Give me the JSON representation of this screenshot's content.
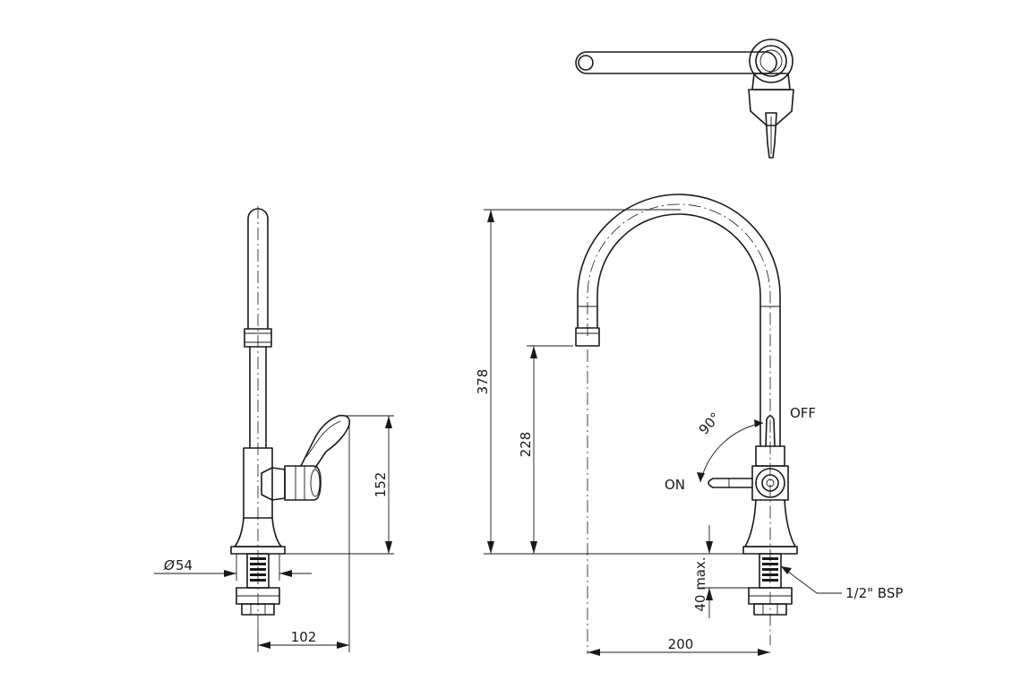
{
  "dimensions": {
    "overall_height": "378",
    "spout_outlet_height": "228",
    "lever_height": "152",
    "base_diameter": "54",
    "base_diameter_symbol": "Ø",
    "side_depth": "102",
    "spout_reach": "200",
    "max_mounting_thickness": "40 max."
  },
  "annotations": {
    "off_label": "OFF",
    "on_label": "ON",
    "rotation_angle": "90°",
    "thread_spec": "1/2\" BSP"
  }
}
